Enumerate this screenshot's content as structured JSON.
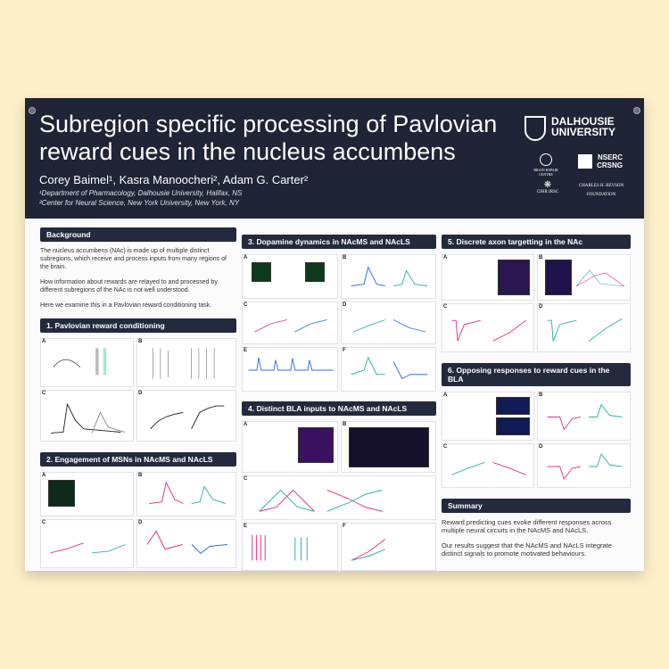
{
  "header": {
    "title": "Subregion specific processing of Pavlovian reward cues in the nucleus accumbens",
    "authors": "Corey Baimel¹, Kasra Manoocheri², Adam G. Carter²",
    "affiliation_1": "¹Department of Pharmacology, Dalhousie University, Halifax, NS",
    "affiliation_2": "²Center for Neural Science, New York University, New York, NY",
    "logos": {
      "dalhousie": "DALHOUSIE UNIVERSITY",
      "nserc": "NSERC CRSNG",
      "brain_repair": "BRAIN REPAIR CENTRE",
      "cihr": "CIHR IRSC",
      "revson": "CHARLES H. REVSON FOUNDATION"
    }
  },
  "background": {
    "heading": "Background",
    "p1": "The nucleus accumbens (NAc) is made up of multiple distinct subregions, which receive and process inputs from many regions of the brain.",
    "p2": "How information about rewards are relayed to and processed by different subregions of the NAc is not well understood.",
    "p3": "Here we examine this in a Pavlovian reward conditioning task."
  },
  "sections": {
    "s1": "1. Pavlovian reward conditioning",
    "s2": "2. Engagement of MSNs in NAcMS and NAcLS",
    "s3": "3. Dopamine dynamics in NAcMS and NAcLS",
    "s4": "4. Distinct BLA inputs to NAcMS and NAcLS",
    "s5": "5. Discrete axon targetting in the NAc",
    "s6": "6. Opposing responses to reward cues in the BLA"
  },
  "panels": [
    "A",
    "B",
    "C",
    "D",
    "E",
    "F"
  ],
  "summary": {
    "heading": "Summary",
    "p1": "Reward predicting cues evoke different responses across multiple neural circuits in the NAcMS and NAcLS.",
    "p2": "Our results suggest that the NAcMS and NAcLS integrate distinct signals to promote motivated behaviours."
  },
  "colors": {
    "header": "#1f2436",
    "accent_teal": "#2bb3a8",
    "accent_magenta": "#e0338c",
    "accent_blue": "#2f6fe0",
    "page": "#fdf0c9"
  }
}
